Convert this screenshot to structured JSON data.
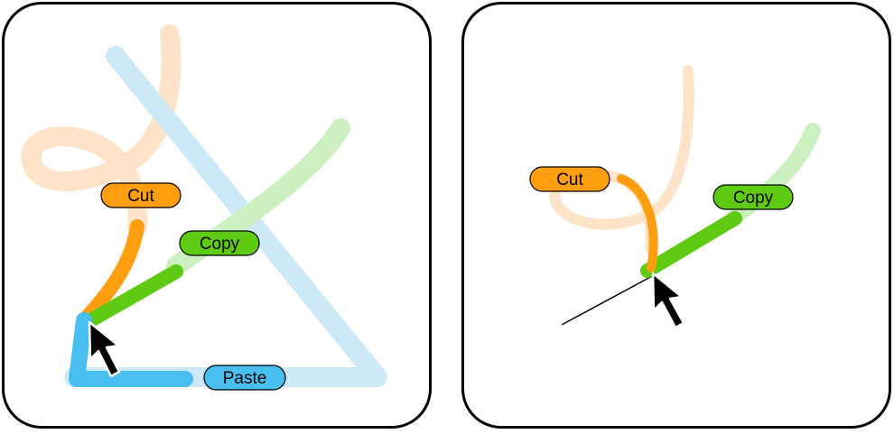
{
  "panels": [
    {
      "id": "left",
      "labels": {
        "cut": "Cut",
        "copy": "Copy",
        "paste": "Paste"
      }
    },
    {
      "id": "right",
      "labels": {
        "cut": "Cut",
        "copy": "Copy"
      }
    }
  ],
  "colors": {
    "cut": "#ff9e0f",
    "cut_faint": "#fde3c8",
    "copy": "#5ecb12",
    "copy_faint": "#cdf0c1",
    "paste": "#49bef0",
    "paste_faint": "#cde9f8",
    "label_border": "#000000"
  }
}
